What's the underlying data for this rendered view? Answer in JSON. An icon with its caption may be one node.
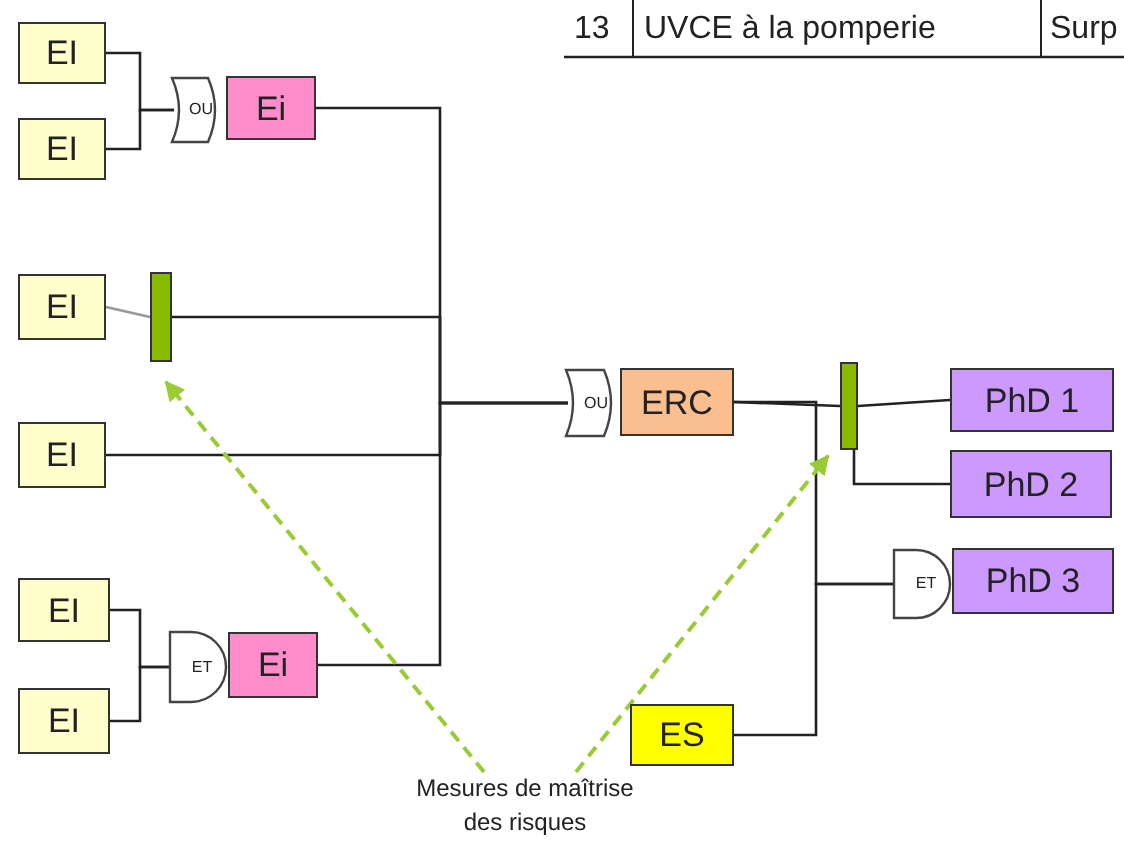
{
  "diagram": {
    "nodes": [
      {
        "text": [
          "EI"
        ]
      },
      {
        "text": [
          "EI"
        ]
      },
      {
        "text": [
          "OU"
        ]
      },
      {
        "text": [
          "Ei"
        ]
      },
      {
        "text": [
          "EI"
        ]
      },
      {
        "text": [],
        "shape": "bar"
      },
      {
        "text": [
          "EI"
        ]
      },
      {
        "text": [
          "EI"
        ]
      },
      {
        "text": [
          "EI"
        ]
      },
      {
        "text": [
          "ET"
        ]
      },
      {
        "text": [
          "Ei"
        ]
      },
      {
        "text": [
          "OU"
        ]
      },
      {
        "text": [
          "ERC"
        ]
      },
      {
        "text": [],
        "shape": "bar"
      },
      {
        "text": [
          "PhD 1"
        ]
      },
      {
        "text": [
          "PhD 2"
        ]
      },
      {
        "text": [
          "ET"
        ]
      },
      {
        "text": [
          "PhD 3"
        ]
      },
      {
        "text": [
          "ES"
        ]
      },
      {
        "text": [
          "Mesures de maîtrise des risques"
        ]
      }
    ],
    "edges": [
      {
        "from": 0,
        "to": 2,
        "arrow": "none"
      },
      {
        "from": 1,
        "to": 2,
        "arrow": "none"
      },
      {
        "from": 3,
        "to": 11,
        "arrow": "none"
      },
      {
        "from": 4,
        "to": 5,
        "arrow": "none",
        "color": "#999999"
      },
      {
        "from": 5,
        "to": 11,
        "arrow": "none"
      },
      {
        "from": 6,
        "to": 11,
        "arrow": "none"
      },
      {
        "from": 10,
        "to": 11,
        "arrow": "none"
      },
      {
        "from": 7,
        "to": 9,
        "arrow": "none"
      },
      {
        "from": 8,
        "to": 9,
        "arrow": "none"
      },
      {
        "from": 12,
        "to": 13,
        "arrow": "none"
      },
      {
        "from": 13,
        "to": 14,
        "arrow": "none"
      },
      {
        "from": 13,
        "to": 15,
        "arrow": "none"
      },
      {
        "from": 12,
        "to": 16,
        "arrow": "none"
      },
      {
        "from": 18,
        "to": 16,
        "arrow": "none"
      },
      {
        "from": 19,
        "to": 5,
        "arrow": "to",
        "style": "dashed",
        "color": "#99cc33"
      },
      {
        "from": 19,
        "to": 13,
        "arrow": "to",
        "style": "dashed",
        "color": "#99cc33"
      }
    ],
    "labels": [
      "13",
      "UVCE à la pomperie",
      "Surp"
    ]
  }
}
